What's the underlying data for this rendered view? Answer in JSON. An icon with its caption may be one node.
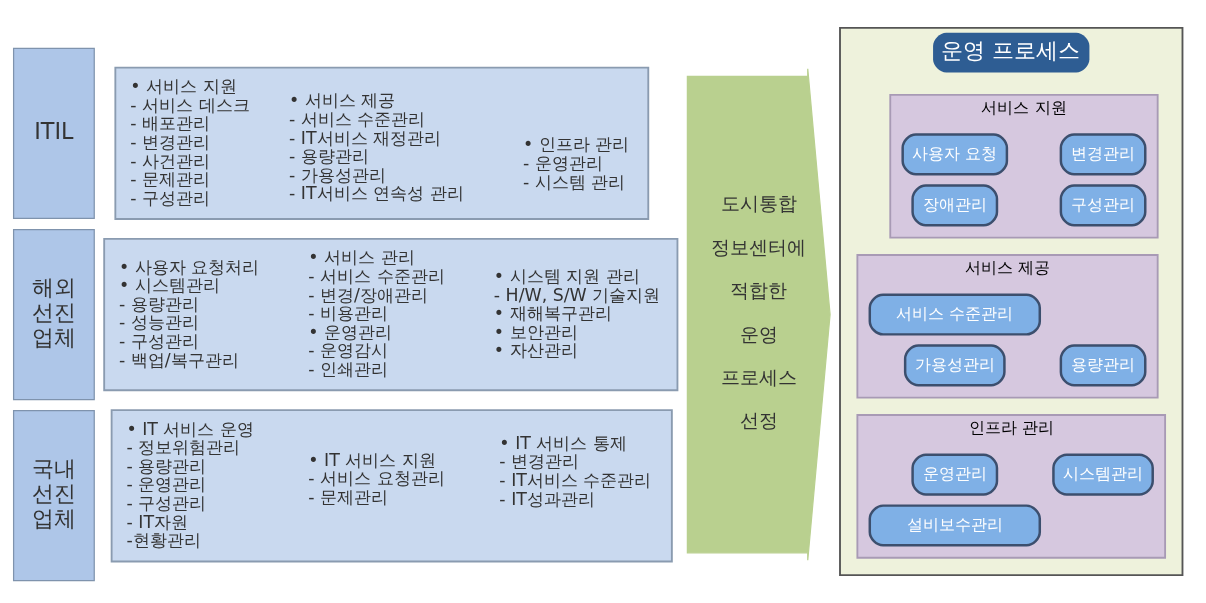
{
  "diagram": {
    "nodes": [
      {
        "text": [
          "ITIL"
        ]
      },
      {
        "text": [],
        "shape": "box"
      },
      {
        "text": [
          "• 서비스 지원",
          "- 서비스 데스크",
          "- 배포관리",
          "- 변경관리",
          "- 사건관리",
          "- 문제관리",
          "- 구성관리"
        ],
        "in": 1
      },
      {
        "text": [
          "• 서비스 제공",
          "- 서비스 수준관리",
          "- IT서비스 재정관리",
          "- 용량관리",
          "- 가용성관리",
          "- IT서비스 연속성 관리"
        ],
        "in": 1
      },
      {
        "text": [
          "• 인프라 관리",
          "- 운영관리",
          "- 시스템 관리"
        ],
        "in": 1
      },
      {
        "text": [
          "해외 선진 업체"
        ]
      },
      {
        "text": [],
        "shape": "box"
      },
      {
        "text": [
          "• 사용자 요청처리",
          "• 시스템관리",
          "- 용량관리",
          "- 성능관리",
          "- 구성관리",
          "- 백업/복구관리"
        ],
        "in": 6
      },
      {
        "text": [
          "• 서비스 관리",
          "- 서비스 수준관리",
          "- 변경/장애관리",
          "- 비용관리",
          "• 운영관리",
          "- 운영감시",
          "- 인쇄관리"
        ],
        "in": 6
      },
      {
        "text": [
          "• 시스템 지원 관리",
          "- H/W, S/W 기술지원",
          "• 재해복구관리",
          "• 보안관리",
          "• 자산관리"
        ],
        "in": 6
      },
      {
        "text": [
          "국내 선진 업체"
        ]
      },
      {
        "text": [],
        "shape": "box"
      },
      {
        "text": [
          "• IT 서비스 운영",
          "- 정보위험관리",
          "- 용량관리",
          "- 운영관리",
          "- 구성관리",
          "- IT자원",
          "-현황관리"
        ],
        "in": 11
      },
      {
        "text": [
          "• IT 서비스 지원",
          "- 서비스 요청관리",
          "- 문제관리"
        ],
        "in": 11
      },
      {
        "text": [
          "• IT 서비스 통제",
          "- 변경관리",
          "- IT서비스 수준관리",
          "- IT성과관리"
        ],
        "in": 11
      },
      {
        "text": [
          "도시통합 정보센터에 적합한 운영 프로세스 선정"
        ]
      },
      {
        "text": [
          "운영 프로세스"
        ]
      },
      {
        "text": [
          "서비스 지원"
        ],
        "in": 16
      },
      {
        "text": [
          "사용자 요청"
        ],
        "in": 17
      },
      {
        "text": [
          "변경관리"
        ],
        "in": 17
      },
      {
        "text": [
          "장애관리"
        ],
        "in": 17
      },
      {
        "text": [
          "구성관리"
        ],
        "in": 17
      },
      {
        "text": [
          "서비스 제공"
        ],
        "in": 16
      },
      {
        "text": [
          "서비스 수준관리"
        ],
        "in": 22
      },
      {
        "text": [
          "가용성관리"
        ],
        "in": 22
      },
      {
        "text": [
          "용량관리"
        ],
        "in": 22
      },
      {
        "text": [
          "인프라 관리"
        ],
        "in": 16
      },
      {
        "text": [
          "운영관리"
        ],
        "in": 26
      },
      {
        "text": [
          "시스템관리"
        ],
        "in": 26
      },
      {
        "text": [
          "설비보수관리"
        ],
        "in": 26
      }
    ]
  }
}
